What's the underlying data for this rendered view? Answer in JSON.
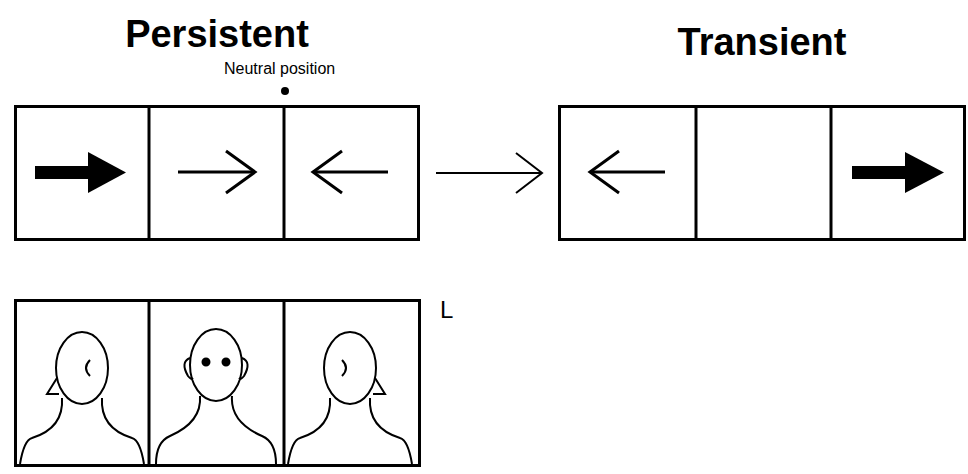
{
  "diagram": {
    "nodes": [
      {
        "text": [
          "Persistent"
        ]
      },
      {
        "text": [
          "Transient"
        ]
      }
    ],
    "edges": [
      {
        "from": 0,
        "to": 1,
        "arrow": "to"
      }
    ],
    "labels": [
      "Neutral position",
      "L"
    ]
  }
}
